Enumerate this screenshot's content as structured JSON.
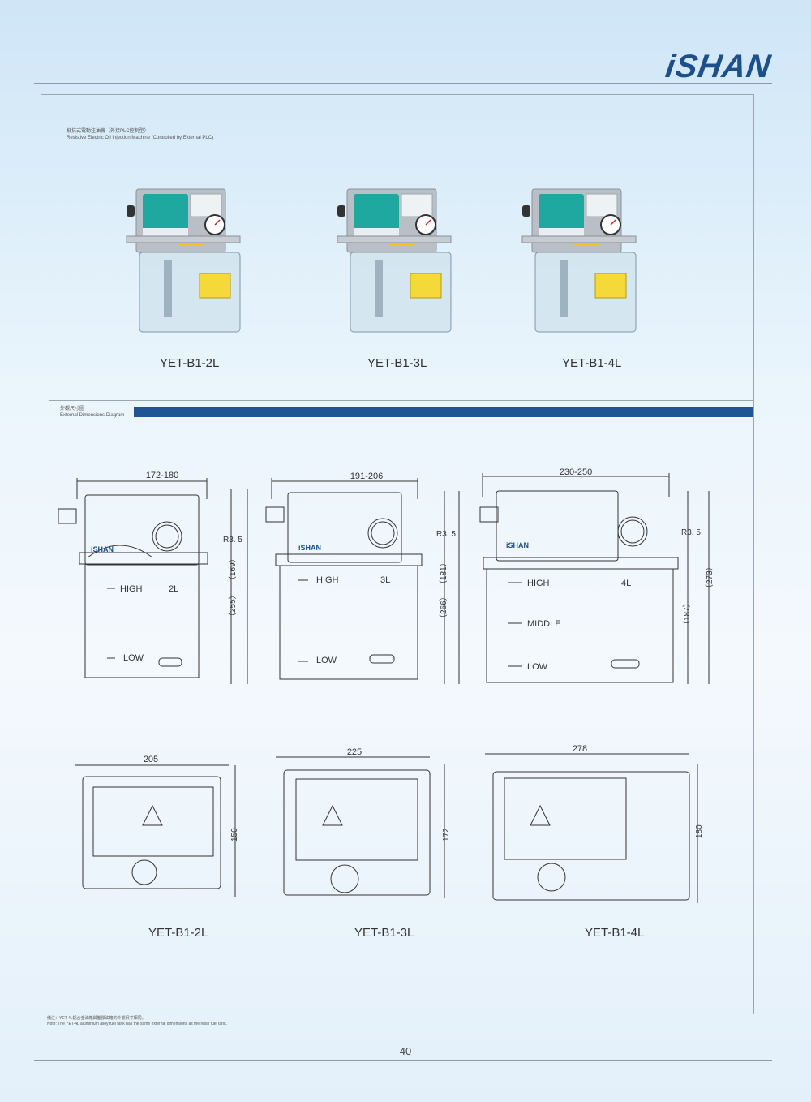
{
  "brand": "iSHAN",
  "header": {
    "title_cn": "抵抗式電動注油機（外接PLC控制型）",
    "title_en": "Resistive Electric Oil Injection Machine (Controlled by External PLC)"
  },
  "products": [
    {
      "model": "YET-B1-2L"
    },
    {
      "model": "YET-B1-3L"
    },
    {
      "model": "YET-B1-4L"
    }
  ],
  "dimensions_section": {
    "title_cn": "外觀尺寸圖",
    "title_en": "External Dimensions Diagram"
  },
  "front_views": [
    {
      "width": "172-180",
      "radius": "R3. 5",
      "h_total": "（255）",
      "h_inner": "（169）",
      "level_high": "HIGH",
      "capacity": "2L",
      "level_low": "LOW"
    },
    {
      "width": "191-206",
      "radius": "R3. 5",
      "h_total": "（266）",
      "h_inner": "（181）",
      "level_high": "HIGH",
      "capacity": "3L",
      "level_low": "LOW"
    },
    {
      "width": "230-250",
      "radius": "R3. 5",
      "h_total": "（273）",
      "h_inner": "（187）",
      "level_high": "HIGH",
      "level_middle": "MIDDLE",
      "capacity": "4L",
      "level_low": "LOW"
    }
  ],
  "top_views": [
    {
      "width": "205",
      "depth": "150",
      "model": "YET-B1-2L"
    },
    {
      "width": "225",
      "depth": "172",
      "model": "YET-B1-3L"
    },
    {
      "width": "278",
      "depth": "180",
      "model": "YET-B1-4L"
    }
  ],
  "footnote": {
    "cn": "備注：YET-4L鋁合金油箱與塑膠油箱的外觀尺寸相同。",
    "en": "Note: The YET-4L aluminium alloy fuel tank has the same external dimensions as the resin fuel tank."
  },
  "page_number": "40",
  "colors": {
    "brand_blue": "#1d4f8a",
    "band_blue": "#1e5592",
    "teal": "#1fa8a0",
    "yellow": "#f2c21a"
  }
}
